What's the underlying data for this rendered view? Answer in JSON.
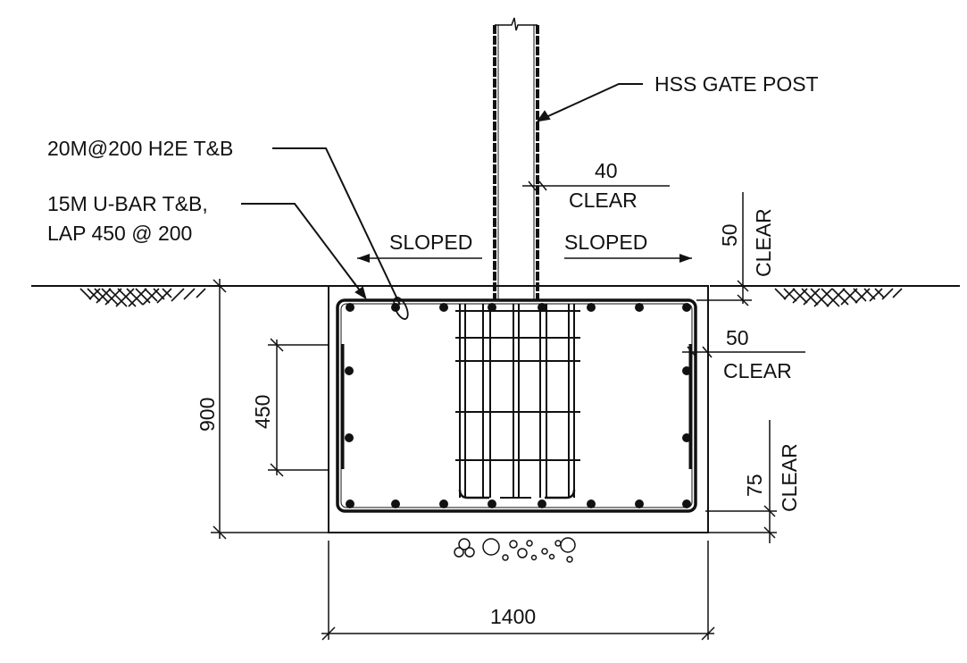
{
  "labels": {
    "post": "HSS GATE POST",
    "top_bars": "20M@200 H2E T&B",
    "ubar_line1": "15M U-BAR T&B,",
    "ubar_line2": "LAP 450 @ 200",
    "sloped": "SLOPED",
    "clear": "CLEAR"
  },
  "dimensions": {
    "post_clear": "40",
    "top_clear": "50",
    "side_clear": "50",
    "bottom_clear": "75",
    "depth": "900",
    "lap": "450",
    "width": "1400"
  }
}
